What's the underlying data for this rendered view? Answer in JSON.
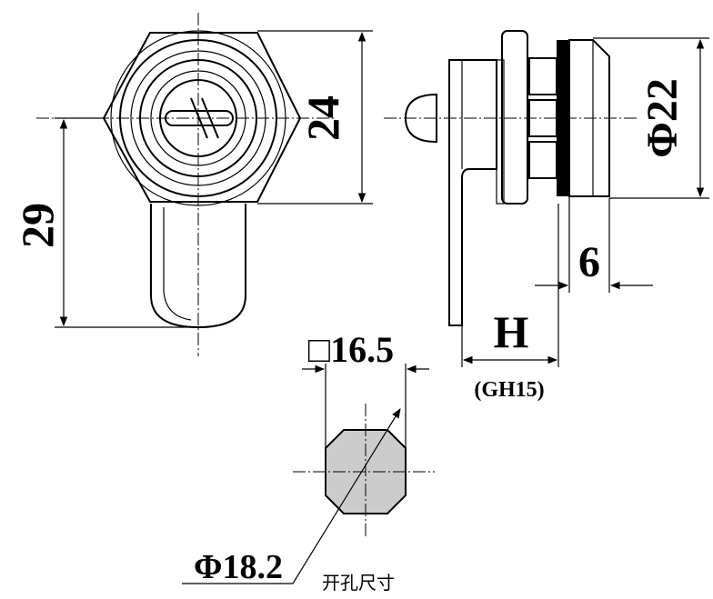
{
  "front_view": {
    "dim_width": "24",
    "dim_height": "29"
  },
  "side_view": {
    "dim_diameter": "Φ22",
    "dim_offset": "6",
    "dim_h": "H",
    "model": "(GH15)"
  },
  "cutout": {
    "dim_square": "□16.5",
    "dim_diameter": "Φ18.2",
    "note": "开孔尺寸"
  }
}
